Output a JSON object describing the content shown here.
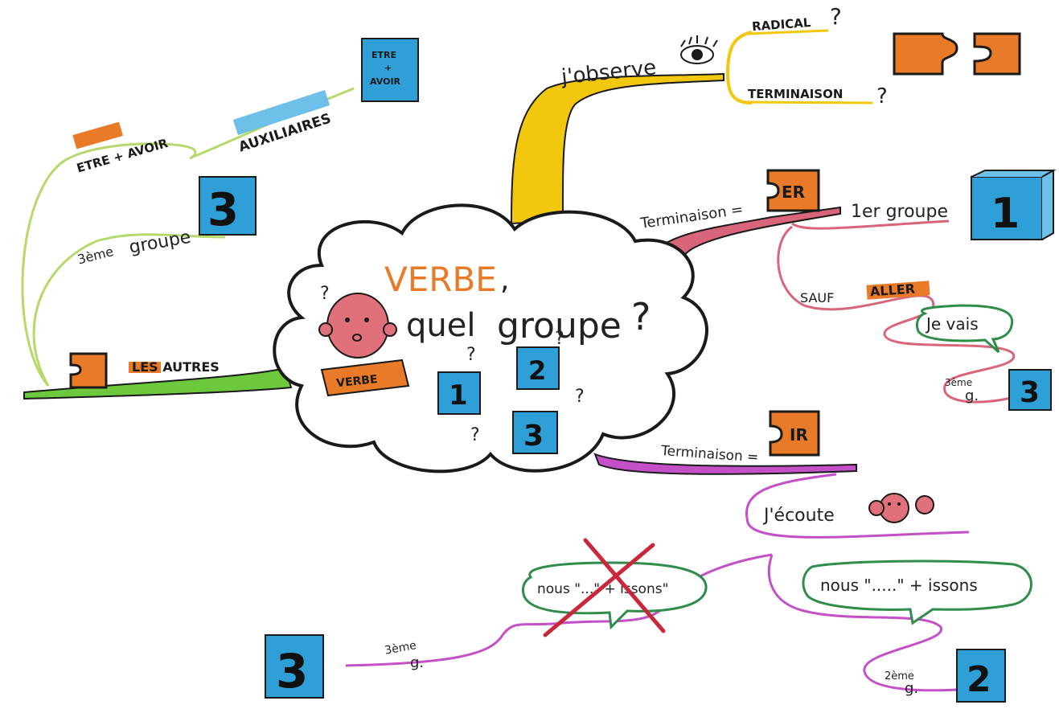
{
  "center": {
    "title": "VERBE",
    "comma": ",",
    "subtitle_1": "quel",
    "subtitle_2": "groupe",
    "qmark": "?",
    "sign": "VERBE",
    "cubes": [
      "1",
      "2",
      "3"
    ]
  },
  "branches": {
    "observe": {
      "label": "j'observe",
      "radical": "RADICAL",
      "terminaison": "TERMINAISON",
      "qmark": "?"
    },
    "er": {
      "label": "Terminaison =",
      "ending": "ER",
      "group": "1er groupe",
      "group_num": "1",
      "except_prefix": "SAUF",
      "except_word": "ALLER",
      "bubble": "Je vais",
      "third_label_top": "3ème",
      "third_label_bottom": "g.",
      "third_num": "3"
    },
    "ir": {
      "label": "Terminaison =",
      "ending": "IR",
      "listen": "J'écoute",
      "bubble_crossed": "nous \"...\" + issons\"",
      "bubble_valid": "nous \".....\" + issons",
      "second_label_top": "2ème",
      "second_label_bottom": "g.",
      "second_num": "2",
      "third_label_top": "3ème",
      "third_label_bottom": "g.",
      "third_num": "3"
    },
    "others": {
      "label": "LES AUTRES",
      "aux": "AUXILIAIRES",
      "etre_avoir": "ETRE + AVOIR",
      "box_top": "ETRE",
      "box_plus": "+",
      "box_bottom": "AVOIR",
      "third_label_top": "3ème",
      "third_label_bottom": "groupe",
      "third_num": "3"
    }
  },
  "colors": {
    "yellow_branch": "#f2c80f",
    "pink_branch": "#d9657a",
    "purple_branch": "#c450c8",
    "green_branch": "#6cc83c",
    "orange": "#e97a28",
    "blue_cube": "#2f9fd8",
    "bubble_green": "#2f8c4a",
    "cross_red": "#c8283a",
    "ink": "#1a1a1a"
  }
}
